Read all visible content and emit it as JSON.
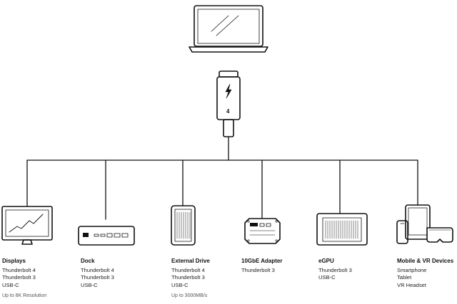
{
  "cable": {
    "connector_label": "4"
  },
  "devices": [
    {
      "title": "Displays",
      "specs": [
        "Thunderbolt 4",
        "Thunderbolt 3",
        "USB-C"
      ],
      "note": "Up to 8K Resolution"
    },
    {
      "title": "Dock",
      "specs": [
        "Thunderbolt 4",
        "Thunderbolt 3",
        "USB-C"
      ],
      "note": ""
    },
    {
      "title": "External Drive",
      "specs": [
        "Thunderbolt 4",
        "Thunderbolt 3",
        "USB-C"
      ],
      "note": "Up to 3000MB/s"
    },
    {
      "title": "10GbE Adapter",
      "specs": [
        "Thunderbolt 3"
      ],
      "note": ""
    },
    {
      "title": "eGPU",
      "specs": [
        "Thunderbolt 3",
        "USB-C"
      ],
      "note": ""
    },
    {
      "title": "Mobile & VR Devices",
      "specs": [
        "Smartphone",
        "Tablet",
        "VR Headset"
      ],
      "note": ""
    }
  ],
  "colors": {
    "stroke": "#111111",
    "fill": "#ffffff",
    "accent": "#111111"
  },
  "icons": [
    "laptop-icon",
    "thunderbolt-cable-icon",
    "monitor-icon",
    "dock-icon",
    "external-drive-icon",
    "network-adapter-icon",
    "egpu-icon",
    "mobile-vr-icon"
  ]
}
